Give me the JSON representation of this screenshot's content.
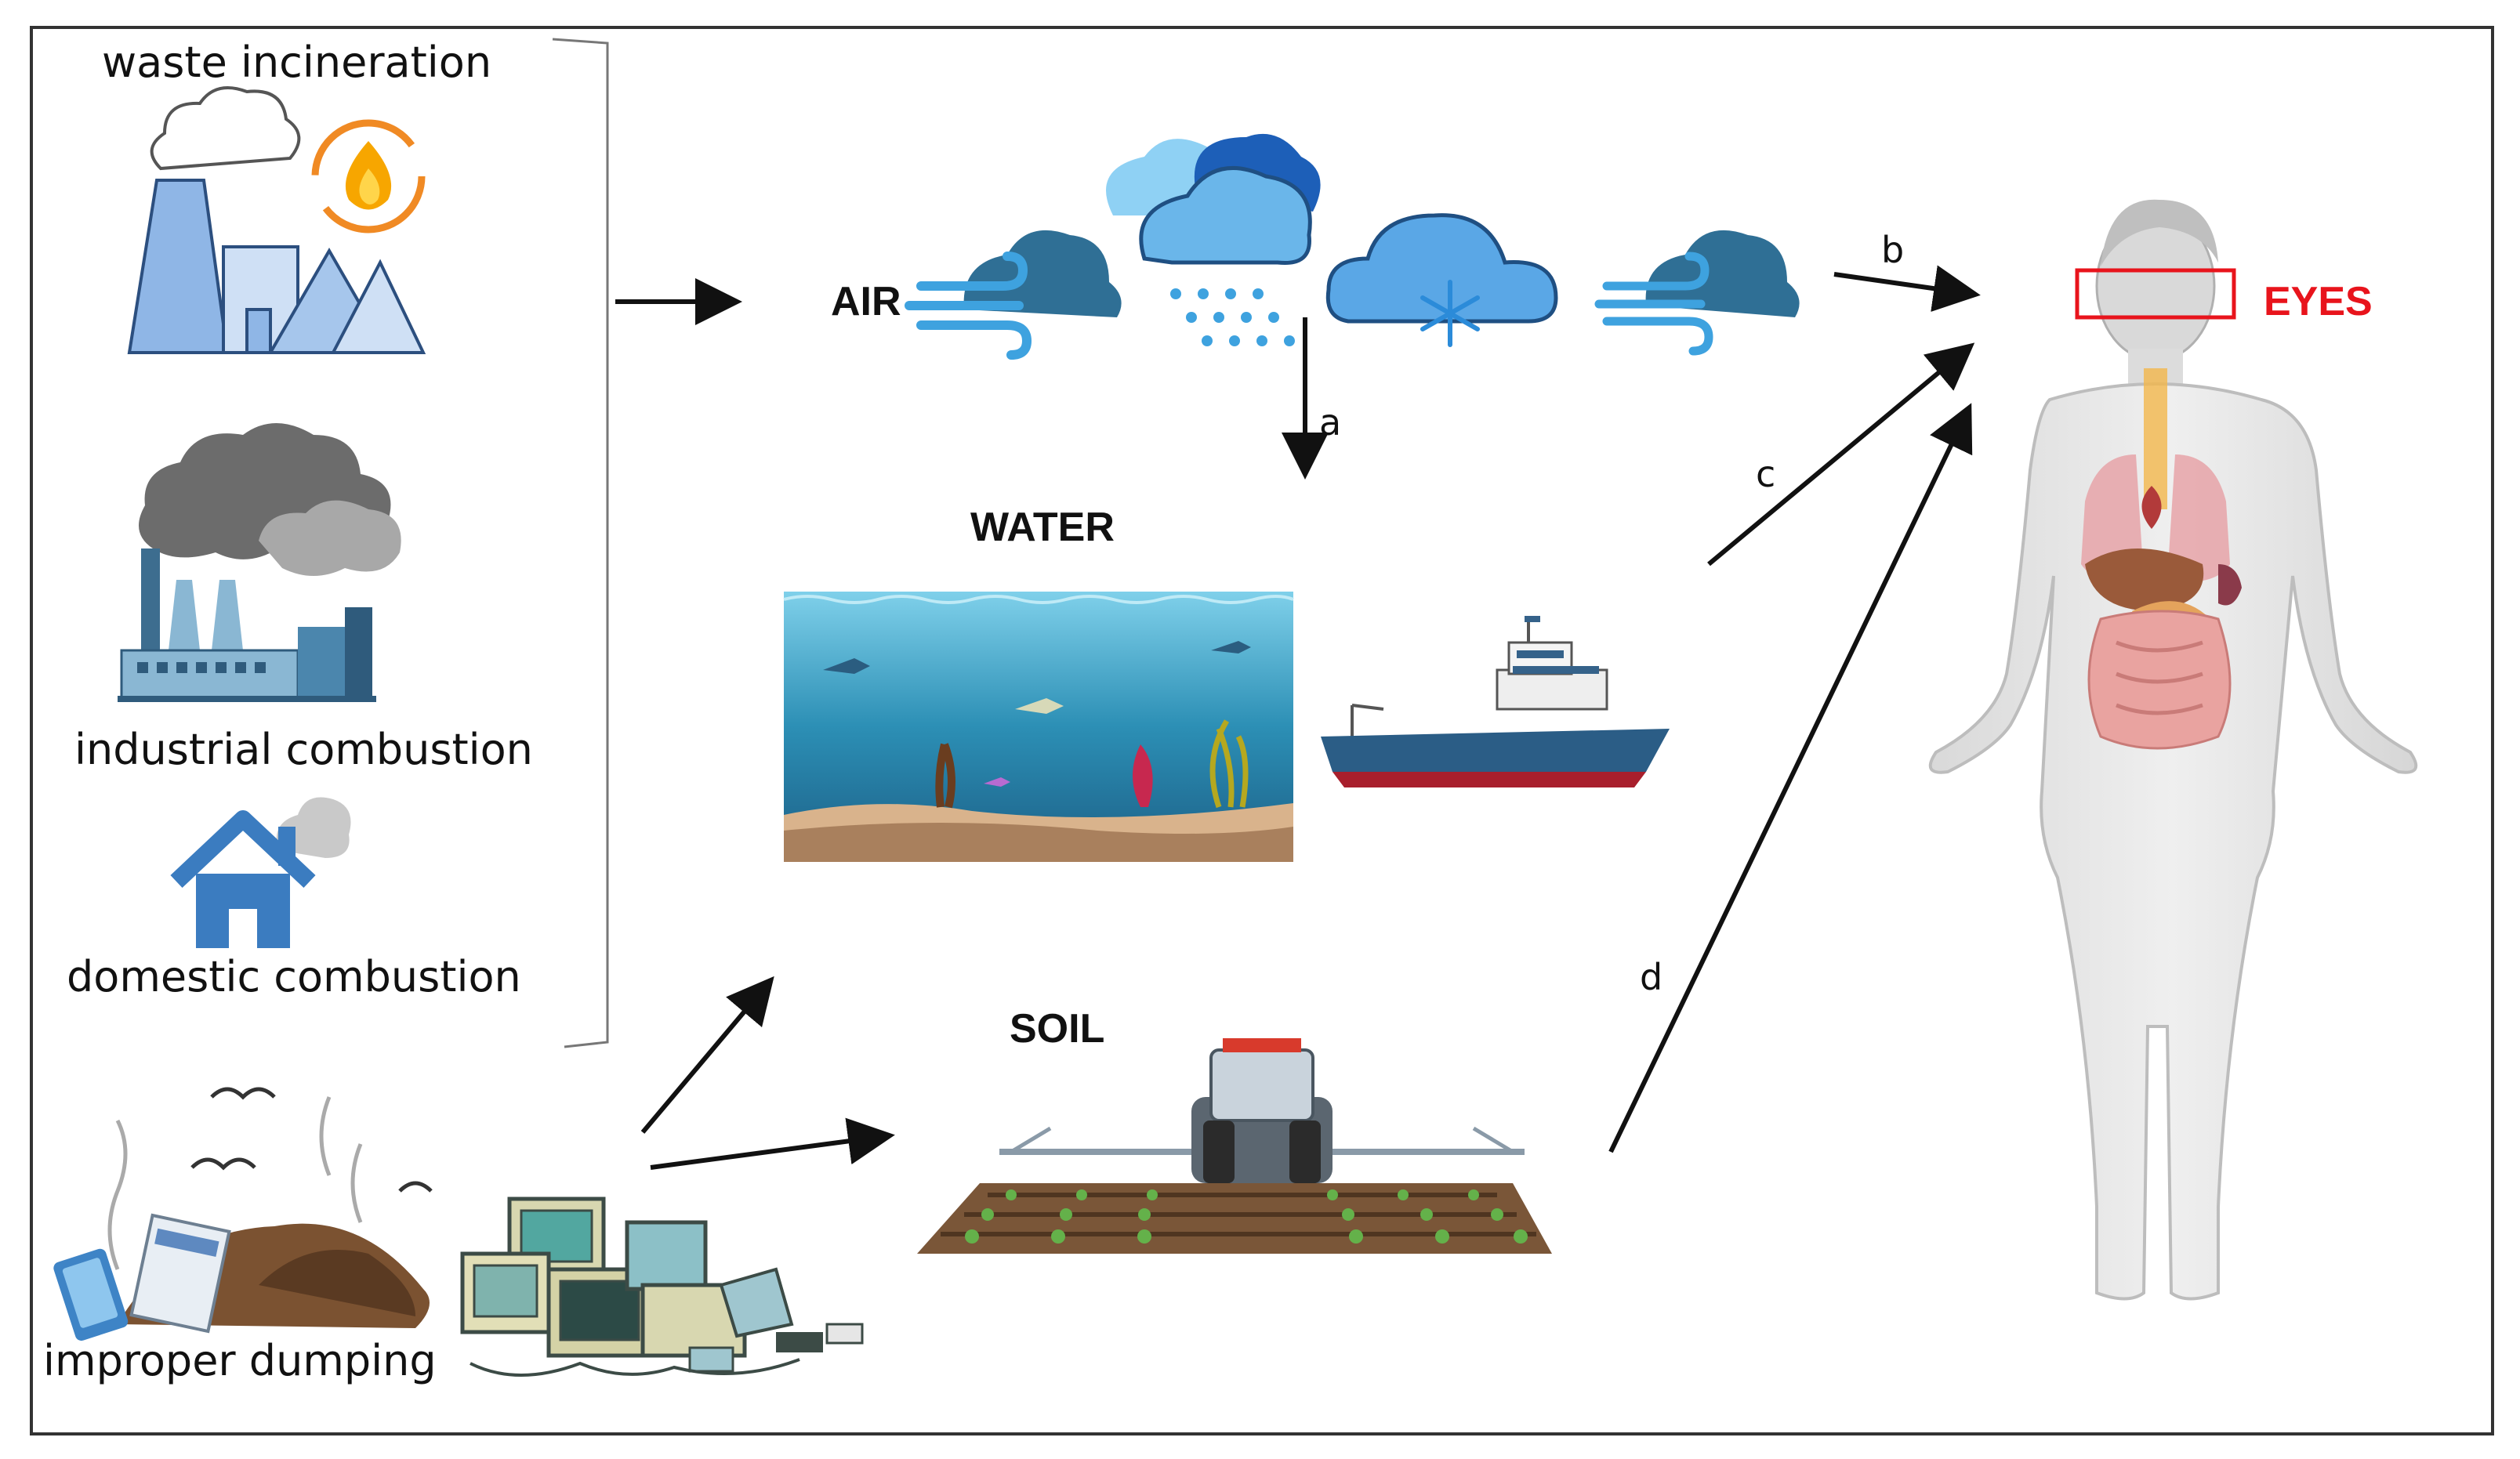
{
  "sources": {
    "waste_incineration": "waste incineration",
    "industrial_combustion": "industrial combustion",
    "domestic_combustion": "domestic combustion",
    "improper_dumping": "improper dumping"
  },
  "media": {
    "air": "AIR",
    "water": "WATER",
    "soil": "SOIL"
  },
  "pathways": {
    "a": "a",
    "b": "b",
    "c": "c",
    "d": "d"
  },
  "target": {
    "eyes": "EYES"
  },
  "colors": {
    "eyes_highlight": "#e8141c",
    "arrow": "#111111",
    "frame": "#333333",
    "water": "#2e8ab0",
    "soil": "#6b4a35",
    "cloud": "#5aa7d8"
  },
  "icons": {
    "incinerator": "incinerator-plant-icon",
    "fire_cycle": "fire-cycle-icon",
    "factory": "factory-smoke-icon",
    "house": "house-smoke-icon",
    "landfill": "landfill-icon",
    "ewaste": "ewaste-pile-icon",
    "wind_cloud": "wind-cloud-icon",
    "rain_cloud": "rain-cloud-icon",
    "snow_cloud": "snow-cloud-icon",
    "sea": "sea-underwater-icon",
    "ship": "ship-icon",
    "tractor": "tractor-sprayer-icon",
    "body": "human-body-icon"
  }
}
